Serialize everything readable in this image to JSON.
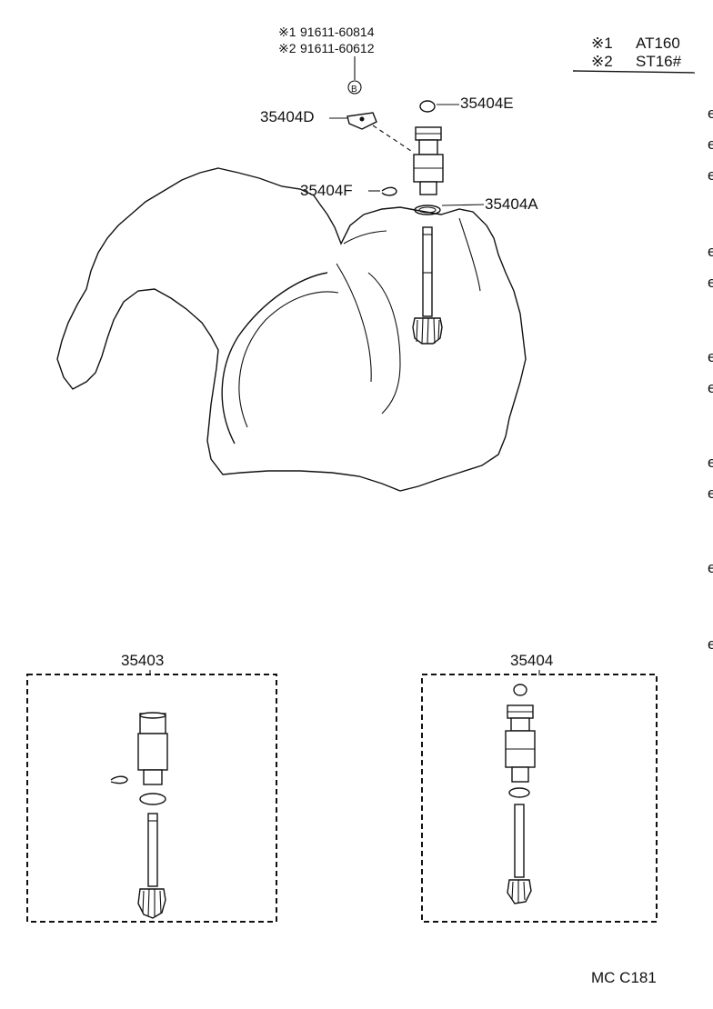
{
  "notes": {
    "note1_mark": "※1",
    "note1_part": "91611-60814",
    "note2_mark": "※2",
    "note2_part": "91611-60612",
    "bolt_symbol": "B"
  },
  "legend": {
    "item1_mark": "※1",
    "item1_text": "AT160",
    "item2_mark": "※2",
    "item2_text": "ST16#"
  },
  "callouts": {
    "e": "35404E",
    "d": "35404D",
    "f": "35404F",
    "a": "35404A"
  },
  "assemblies": {
    "left_label": "35403",
    "right_label": "35404"
  },
  "footer": {
    "code": "MC C181"
  }
}
